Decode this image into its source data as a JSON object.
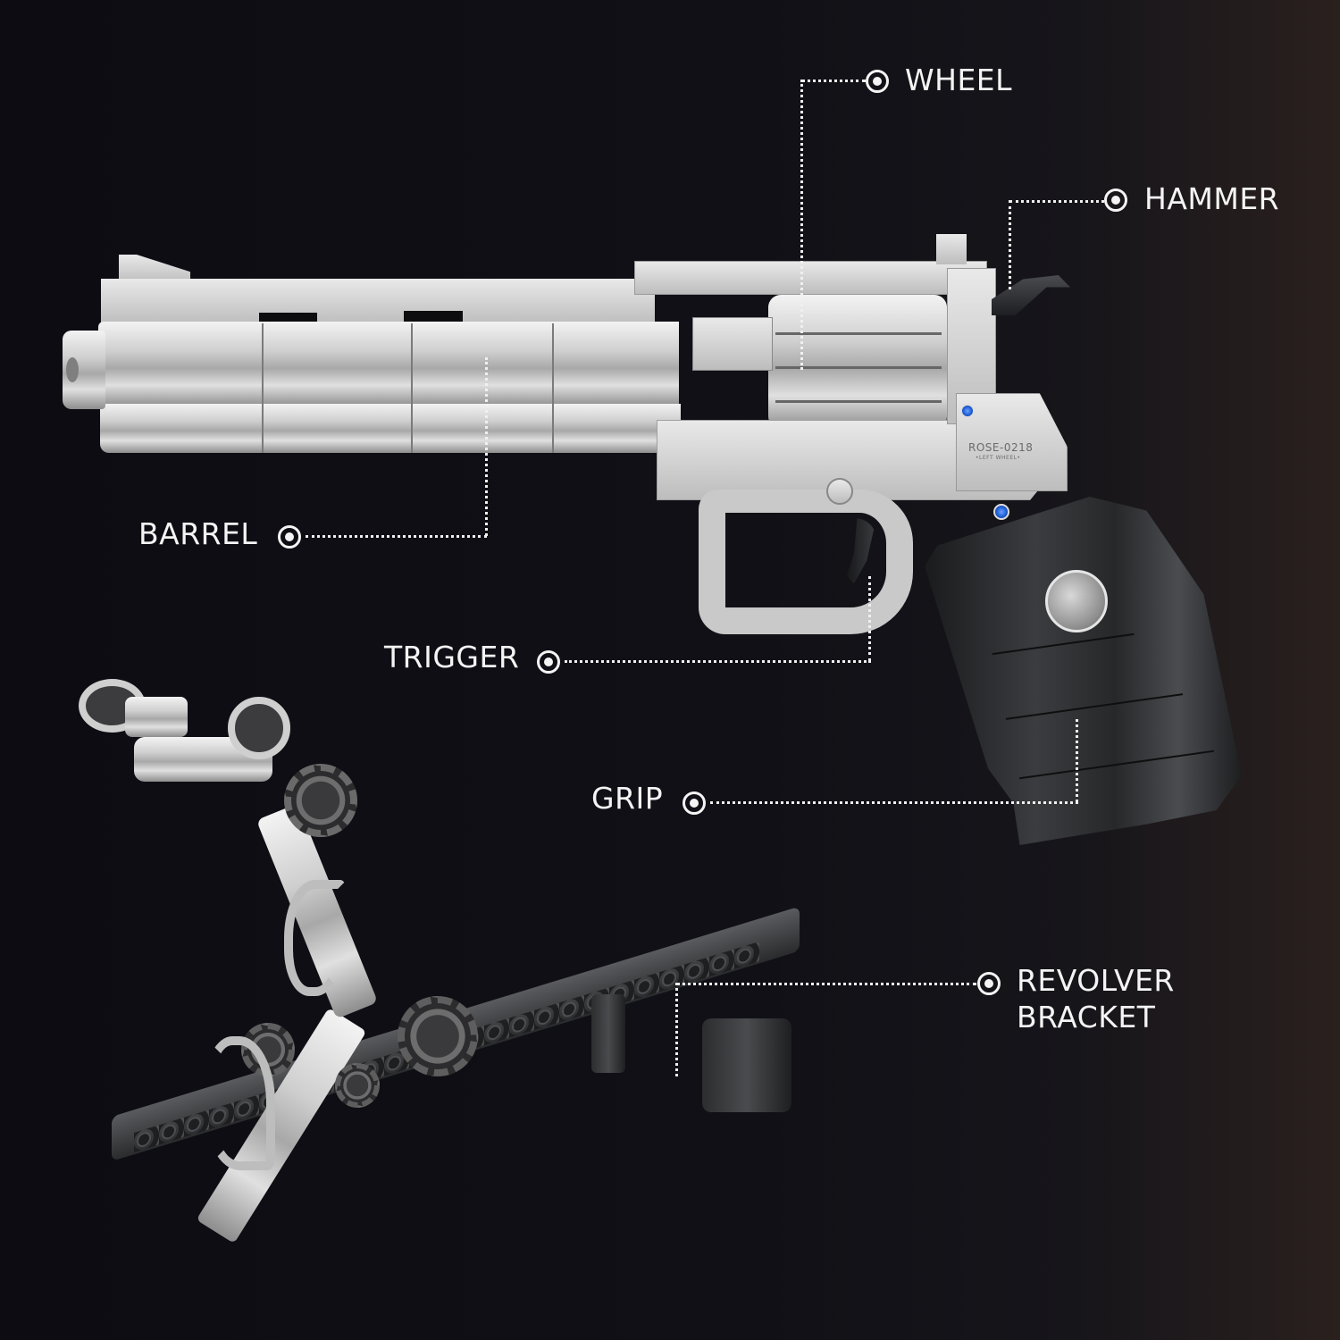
{
  "image": {
    "subject": "brick-built revolver model with display bracket",
    "background_colors": [
      "#0c0c12",
      "#2a201e"
    ]
  },
  "product": {
    "engraving_model": "ROSE-0218",
    "engraving_sub": "•LEFT WHEEL•"
  },
  "callouts": [
    {
      "id": "wheel",
      "label": "WHEEL",
      "icon": "target-circle-icon"
    },
    {
      "id": "hammer",
      "label": "HAMMER",
      "icon": "target-circle-icon"
    },
    {
      "id": "barrel",
      "label": "BARREL",
      "icon": "target-circle-icon"
    },
    {
      "id": "trigger",
      "label": "TRIGGER",
      "icon": "target-circle-icon"
    },
    {
      "id": "grip",
      "label": "GRIP",
      "icon": "target-circle-icon"
    },
    {
      "id": "bracket",
      "label_line1": "REVOLVER",
      "label_line2": "BRACKET",
      "icon": "target-circle-icon"
    }
  ],
  "colors": {
    "label_text": "#f4f4f4",
    "silver_body": "#c8c8c8",
    "grip_black": "#2a2b2d",
    "screw_blue": "#1f5fd6"
  }
}
